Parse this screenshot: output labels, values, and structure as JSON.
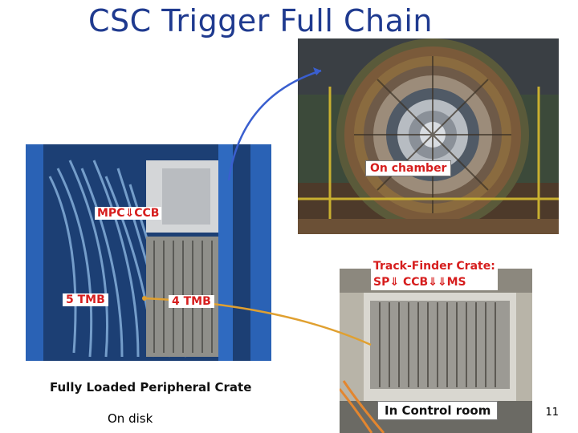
{
  "slide": {
    "title": "CSC Trigger Full Chain",
    "page_number": "11"
  },
  "labels": {
    "on_chamber": "On chamber",
    "mpc_ccb": "MPC⇓CCB",
    "five_tmb": "5 TMB",
    "four_tmb": "4 TMB",
    "track_finder_line1": "Track-Finder Crate:",
    "track_finder_line2": "SP⇓  CCB⇓⇓MS",
    "fully_loaded": "Fully Loaded Peripheral Crate",
    "on_disk": "On disk",
    "in_control_room": "In Control room"
  },
  "colors": {
    "title": "#1f3a8f",
    "label_red": "#d61e1e",
    "arrow_blue": "#3a5fcf",
    "arrow_orange": "#e0a030"
  },
  "images": {
    "detector_photo": "detector-chamber-photo",
    "crate_photo": "peripheral-crate-photo",
    "control_room_photo": "track-finder-crate-photo"
  }
}
